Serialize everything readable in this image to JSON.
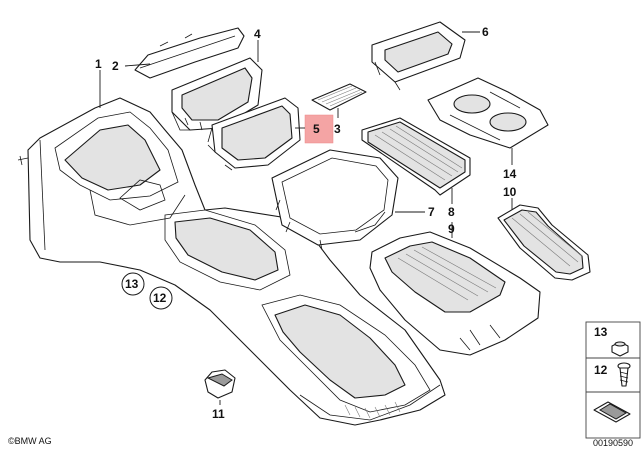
{
  "diagram": {
    "highlight_color": "#f4a4a4",
    "parts": [
      {
        "id": "1",
        "label": "1"
      },
      {
        "id": "2",
        "label": "2"
      },
      {
        "id": "3",
        "label": "3"
      },
      {
        "id": "4",
        "label": "4"
      },
      {
        "id": "5",
        "label": "5"
      },
      {
        "id": "6",
        "label": "6"
      },
      {
        "id": "7",
        "label": "7"
      },
      {
        "id": "8",
        "label": "8"
      },
      {
        "id": "9",
        "label": "9"
      },
      {
        "id": "10",
        "label": "10"
      },
      {
        "id": "11",
        "label": "11"
      },
      {
        "id": "12",
        "label": "12"
      },
      {
        "id": "13",
        "label": "13"
      },
      {
        "id": "14",
        "label": "14"
      }
    ],
    "circled": [
      {
        "id": "13",
        "label": "13"
      },
      {
        "id": "12",
        "label": "12"
      }
    ],
    "legend": [
      {
        "id": "13",
        "label": "13"
      },
      {
        "id": "12",
        "label": "12"
      }
    ],
    "brand": "BMW AG",
    "copyright_symbol": "©",
    "diagram_number": "00190590"
  }
}
